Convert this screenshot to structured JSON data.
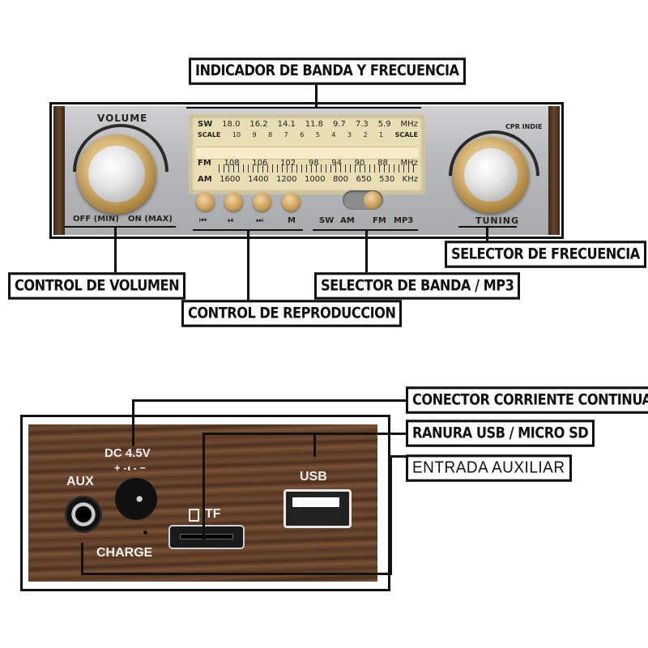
{
  "callouts": {
    "band_indicator": "INDICADOR DE BANDA Y FRECUENCIA",
    "volume_control": "CONTROL DE VOLUMEN",
    "playback_control": "CONTROL DE REPRODUCCION",
    "band_selector": "SELECTOR DE BANDA / MP3",
    "frequency_selector": "SELECTOR DE FRECUENCIA",
    "dc_connector": "CONECTOR CORRIENTE CONTINUA",
    "usb_slot": "RANURA USB / MICRO SD",
    "aux_input": "ENTRADA AUXILIAR"
  },
  "front_panel": {
    "volume_label": "VOLUME",
    "off_min": "OFF (MIN)",
    "on_max": "ON (MAX)",
    "brand": "CPR INDIE",
    "tuning": "TUNING",
    "dial": {
      "sw_prefix": "SW",
      "sw_values": [
        "18.0",
        "16.2",
        "14.1",
        "11.8",
        "9.7",
        "7.3",
        "5.9"
      ],
      "sw_unit": "MHz",
      "scale_prefix": "SCALE",
      "scale_values": [
        "10",
        "9",
        "8",
        "7",
        "6",
        "5",
        "4",
        "3",
        "2",
        "1"
      ],
      "scale_suffix": "SCALE",
      "fm_prefix": "FM",
      "fm_values": [
        "108",
        "106",
        "102",
        "98",
        "94",
        "90",
        "88"
      ],
      "fm_unit": "MHz",
      "am_prefix": "AM",
      "am_values": [
        "1600",
        "1400",
        "1200",
        "1000",
        "800",
        "650",
        "530"
      ],
      "am_unit": "KHz"
    },
    "playback_buttons": [
      "⏮",
      "⏯",
      "⏭",
      "M"
    ],
    "band_switch": [
      "SW",
      "AM",
      "FM",
      "MP3"
    ]
  },
  "rear_panel": {
    "dc_label": "DC 4.5V",
    "dc_polarity": "+ -◐- −",
    "aux_label": "AUX",
    "tf_label": "TF",
    "usb_label": "USB",
    "charge_label": "CHARGE"
  }
}
